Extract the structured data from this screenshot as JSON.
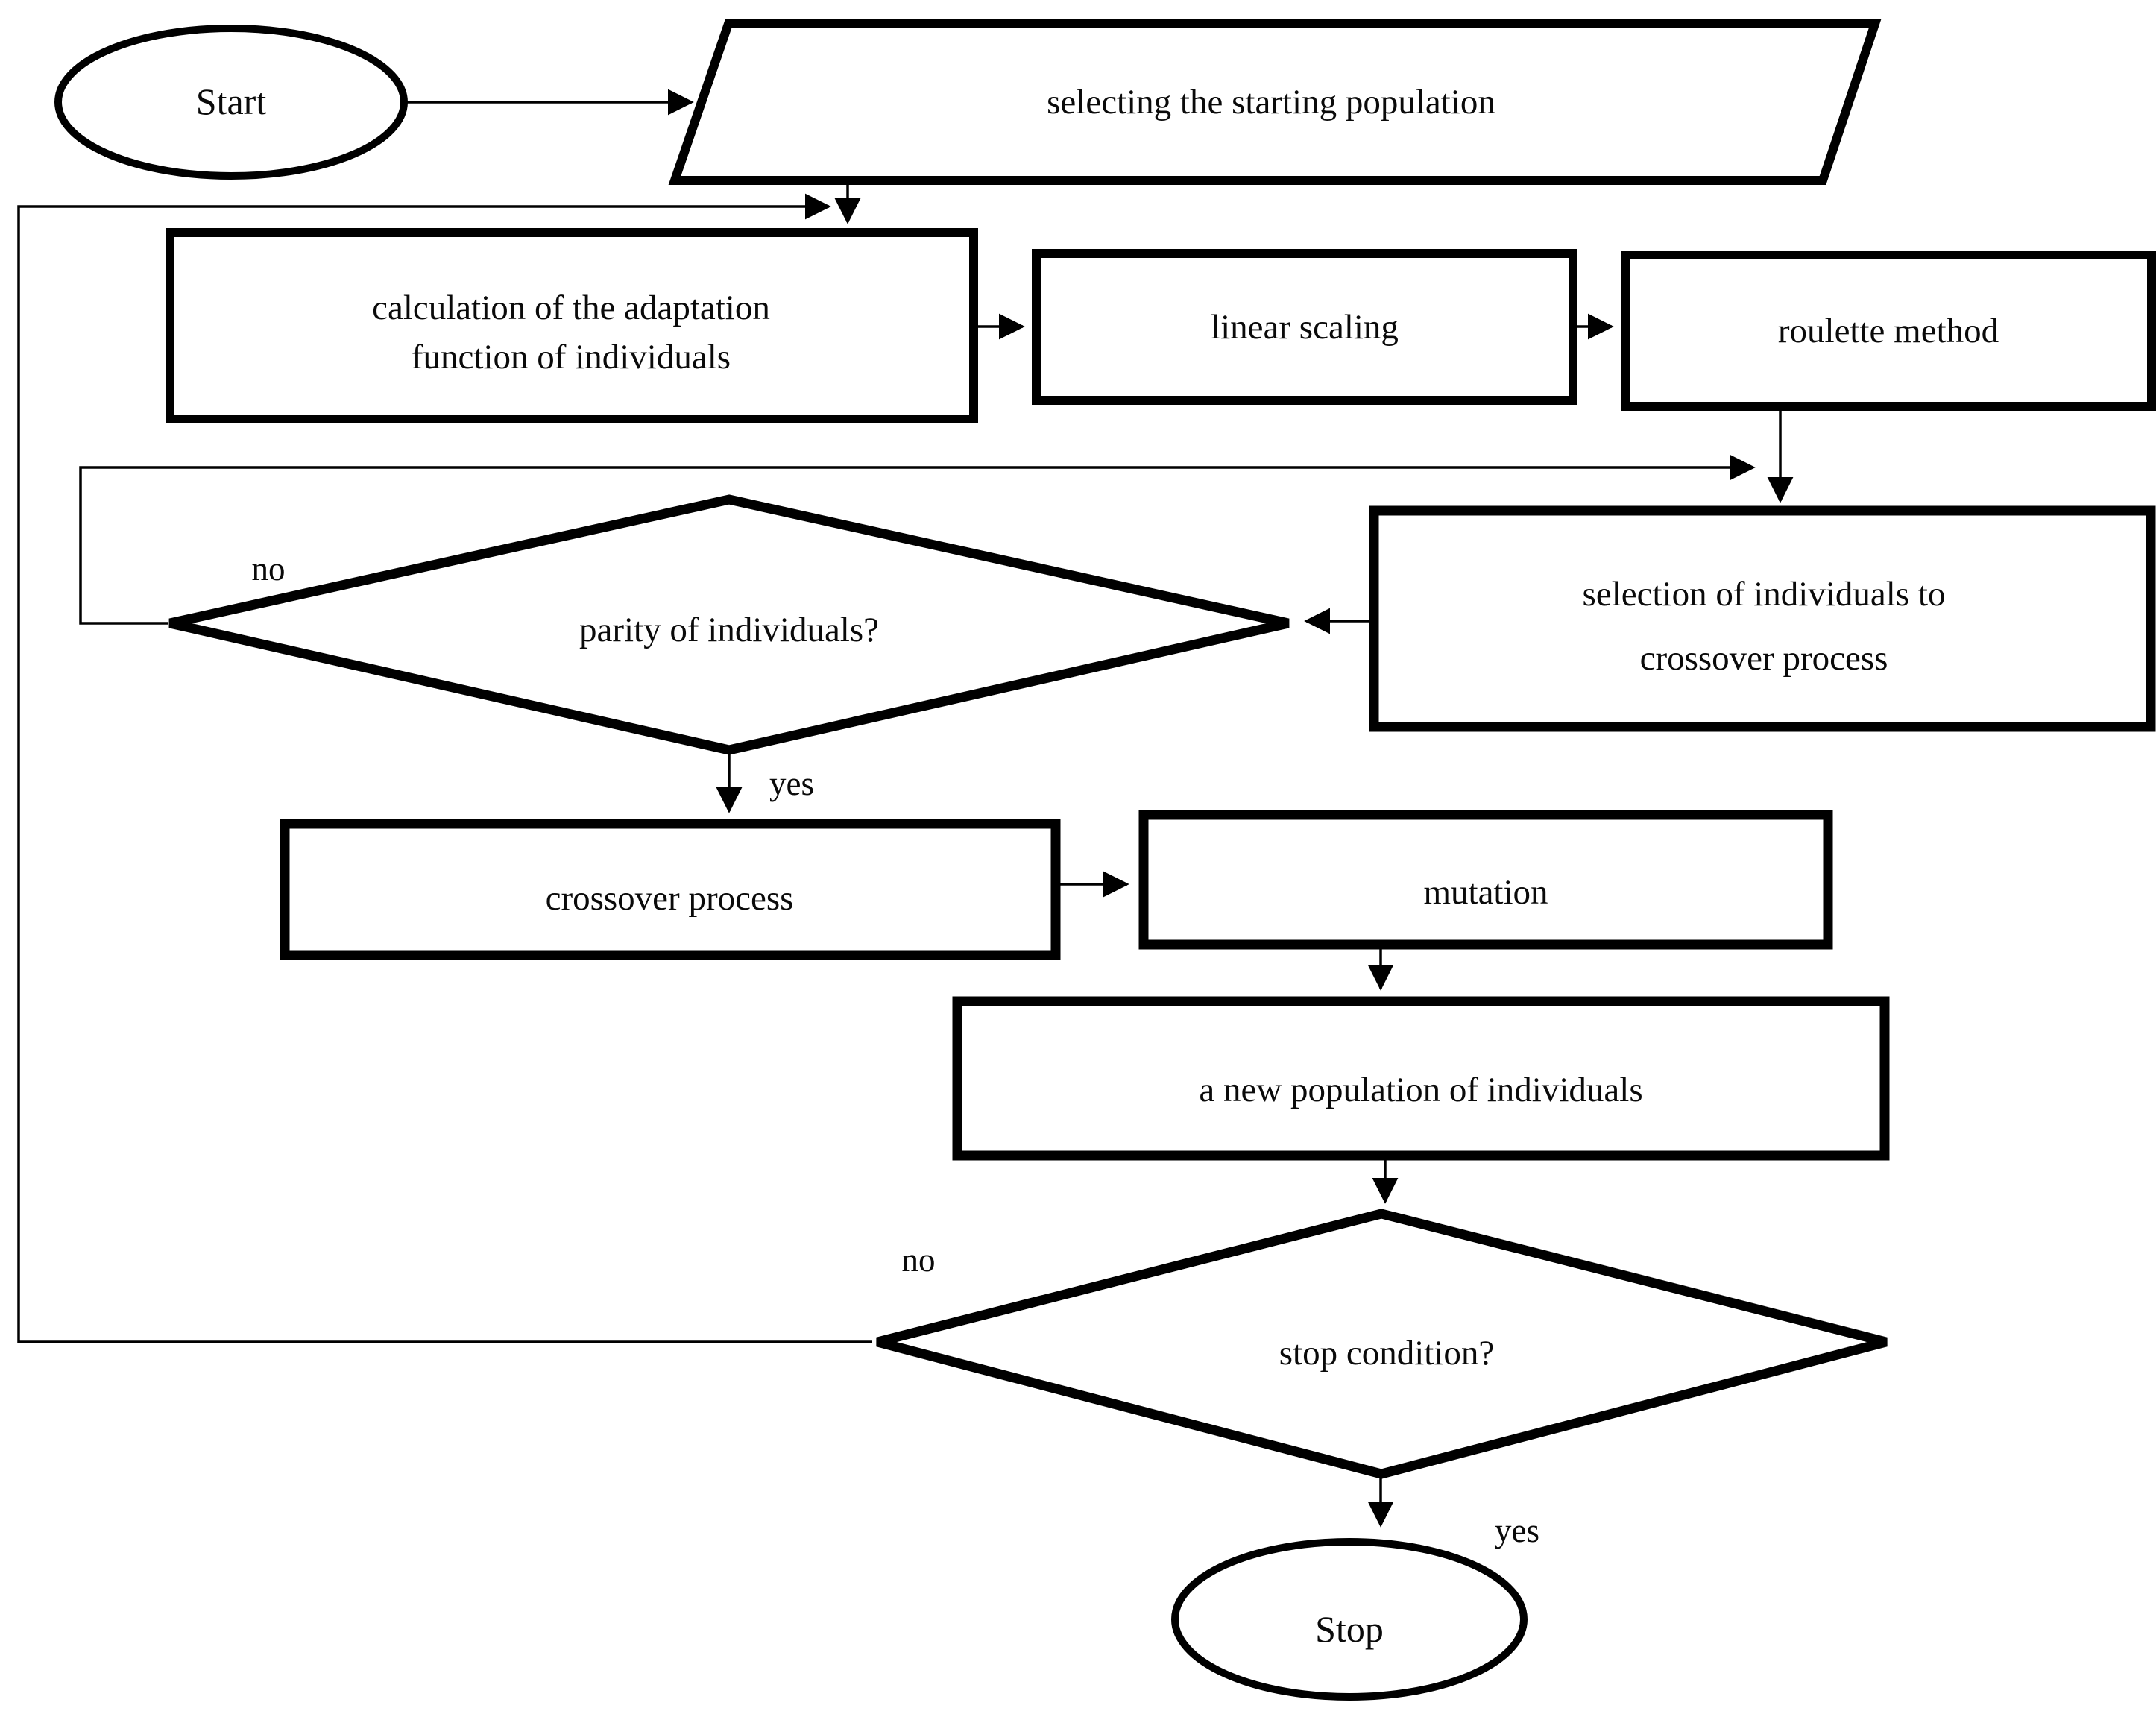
{
  "diagram": {
    "background_color": "#ffffff",
    "line_color": "#000000",
    "text_color": "#0a0a0a",
    "nodes": {
      "start": {
        "type": "terminator",
        "label": "Start"
      },
      "select_population": {
        "type": "input-parallelogram",
        "label": "selecting the starting population"
      },
      "calc_adaptation": {
        "type": "process",
        "lines": [
          "calculation of the adaptation",
          "function of individuals"
        ]
      },
      "linear_scaling": {
        "type": "process",
        "label": "linear scaling"
      },
      "roulette_method": {
        "type": "process",
        "label": "roulette method"
      },
      "selection_individuals": {
        "type": "process",
        "lines": [
          "selection of individuals to",
          "crossover process"
        ]
      },
      "parity_decision": {
        "type": "decision",
        "label": "parity of individuals?"
      },
      "crossover": {
        "type": "process",
        "label": "crossover process"
      },
      "mutation": {
        "type": "process",
        "label": "mutation"
      },
      "new_population": {
        "type": "process",
        "label": "a new population of individuals"
      },
      "stop_decision": {
        "type": "decision",
        "label": "stop condition?"
      },
      "stop": {
        "type": "terminator",
        "label": "Stop"
      }
    },
    "edge_labels": {
      "parity_no": "no",
      "parity_yes": "yes",
      "stop_no": "no",
      "stop_yes": "yes"
    }
  }
}
